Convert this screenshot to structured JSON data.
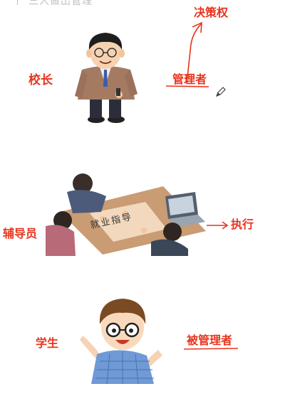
{
  "header": {
    "text": "三人做出管理"
  },
  "labels": {
    "principal": "校长",
    "manager": "管理者",
    "decision": "决策权",
    "counselor": "辅导员",
    "execute": "执行",
    "student": "学生",
    "managed": "被管理者"
  },
  "meeting_sign": "就业指导",
  "colors": {
    "accent": "#e8341c"
  },
  "icons": {
    "pen": "pencil-cursor-icon"
  }
}
